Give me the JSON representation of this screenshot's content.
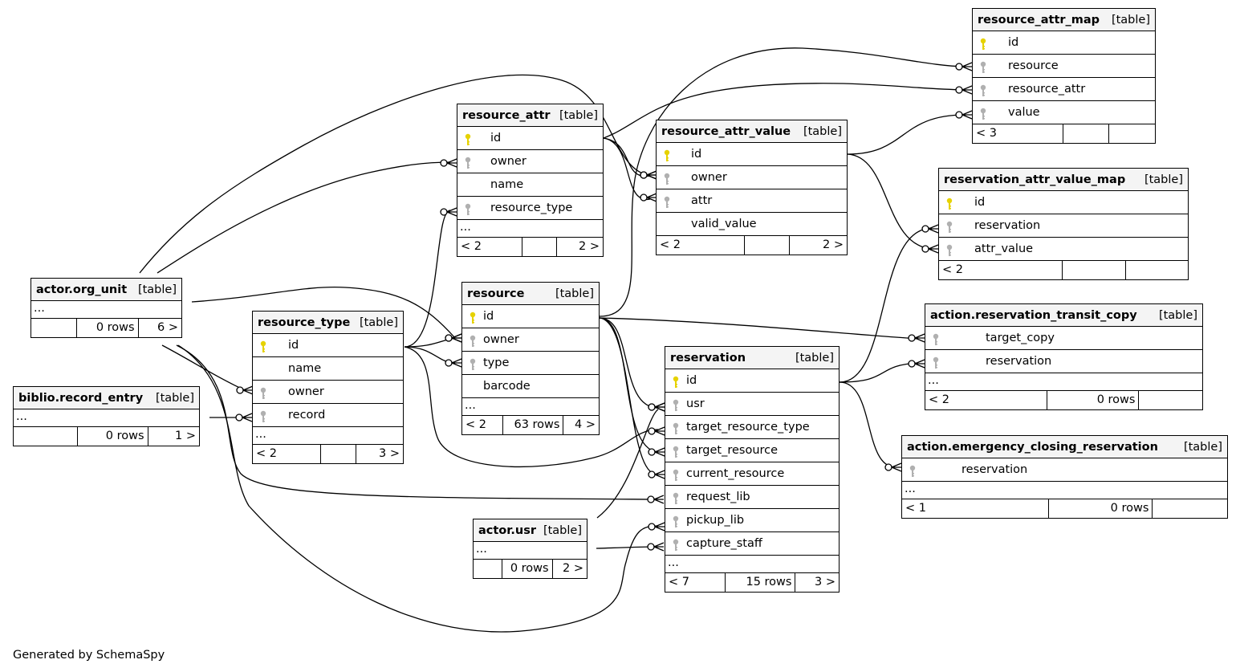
{
  "credit": "Generated by SchemaSpy",
  "colors": {
    "primary_key": "#e6d200",
    "foreign_key": "#b0b0b0",
    "header_bg": "#f4f4f4"
  },
  "icons": {
    "primary_key": "key-icon",
    "foreign_key": "key-icon"
  },
  "tables": [
    {
      "id": "resource_attr_map",
      "name": "resource_attr_map",
      "kind": "[table]",
      "columns": [
        {
          "name": "id",
          "key": "pk"
        },
        {
          "name": "resource",
          "key": "fk"
        },
        {
          "name": "resource_attr",
          "key": "fk"
        },
        {
          "name": "value",
          "key": "fk"
        }
      ],
      "ellipsis": false,
      "footer": [
        "< 3",
        "",
        ""
      ]
    },
    {
      "id": "resource_attr",
      "name": "resource_attr",
      "kind": "[table]",
      "columns": [
        {
          "name": "id",
          "key": "pk"
        },
        {
          "name": "owner",
          "key": "fk"
        },
        {
          "name": "name",
          "key": ""
        },
        {
          "name": "resource_type",
          "key": "fk"
        }
      ],
      "ellipsis": true,
      "footer": [
        "< 2",
        "",
        "2 >"
      ]
    },
    {
      "id": "resource_attr_value",
      "name": "resource_attr_value",
      "kind": "[table]",
      "columns": [
        {
          "name": "id",
          "key": "pk"
        },
        {
          "name": "owner",
          "key": "fk"
        },
        {
          "name": "attr",
          "key": "fk"
        },
        {
          "name": "valid_value",
          "key": ""
        }
      ],
      "ellipsis": false,
      "footer": [
        "< 2",
        "",
        "2 >"
      ]
    },
    {
      "id": "reservation_attr_value_map",
      "name": "reservation_attr_value_map",
      "kind": "[table]",
      "columns": [
        {
          "name": "id",
          "key": "pk"
        },
        {
          "name": "reservation",
          "key": "fk"
        },
        {
          "name": "attr_value",
          "key": "fk"
        }
      ],
      "ellipsis": false,
      "footer": [
        "< 2",
        "",
        ""
      ]
    },
    {
      "id": "actor_org_unit",
      "name": "actor.org_unit",
      "kind": "[table]",
      "columns": [],
      "ellipsis": true,
      "footer": [
        "",
        "0 rows",
        "6 >"
      ]
    },
    {
      "id": "resource",
      "name": "resource",
      "kind": "[table]",
      "columns": [
        {
          "name": "id",
          "key": "pk"
        },
        {
          "name": "owner",
          "key": "fk"
        },
        {
          "name": "type",
          "key": "fk"
        },
        {
          "name": "barcode",
          "key": ""
        }
      ],
      "ellipsis": true,
      "footer": [
        "< 2",
        "63 rows",
        "4 >"
      ]
    },
    {
      "id": "resource_type",
      "name": "resource_type",
      "kind": "[table]",
      "columns": [
        {
          "name": "id",
          "key": "pk"
        },
        {
          "name": "name",
          "key": ""
        },
        {
          "name": "owner",
          "key": "fk"
        },
        {
          "name": "record",
          "key": "fk"
        }
      ],
      "ellipsis": true,
      "footer": [
        "< 2",
        "",
        "3 >"
      ]
    },
    {
      "id": "action_reservation_transit_copy",
      "name": "action.reservation_transit_copy",
      "kind": "[table]",
      "columns": [
        {
          "name": "target_copy",
          "key": "fk"
        },
        {
          "name": "reservation",
          "key": "fk"
        }
      ],
      "ellipsis": true,
      "footer": [
        "< 2",
        "0 rows",
        ""
      ]
    },
    {
      "id": "reservation",
      "name": "reservation",
      "kind": "[table]",
      "columns": [
        {
          "name": "id",
          "key": "pk"
        },
        {
          "name": "usr",
          "key": "fk"
        },
        {
          "name": "target_resource_type",
          "key": "fk"
        },
        {
          "name": "target_resource",
          "key": "fk"
        },
        {
          "name": "current_resource",
          "key": "fk"
        },
        {
          "name": "request_lib",
          "key": "fk"
        },
        {
          "name": "pickup_lib",
          "key": "fk"
        },
        {
          "name": "capture_staff",
          "key": "fk"
        }
      ],
      "ellipsis": true,
      "footer": [
        "< 7",
        "15 rows",
        "3 >"
      ]
    },
    {
      "id": "biblio_record_entry",
      "name": "biblio.record_entry",
      "kind": "[table]",
      "columns": [],
      "ellipsis": true,
      "footer": [
        "",
        "0 rows",
        "1 >"
      ]
    },
    {
      "id": "action_emergency_closing_reservation",
      "name": "action.emergency_closing_reservation",
      "kind": "[table]",
      "columns": [
        {
          "name": "reservation",
          "key": "fk"
        }
      ],
      "ellipsis": true,
      "footer": [
        "< 1",
        "0 rows",
        ""
      ]
    },
    {
      "id": "actor_usr",
      "name": "actor.usr",
      "kind": "[table]",
      "columns": [],
      "ellipsis": true,
      "footer": [
        "",
        "0 rows",
        "2 >"
      ]
    }
  ]
}
